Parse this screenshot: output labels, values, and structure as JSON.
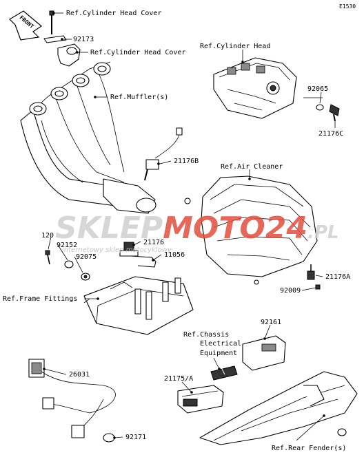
{
  "diagram_code": "E1530",
  "front_arrow_text": "FRONT",
  "watermark": {
    "brand_part1": "SKLEP",
    "brand_part2": "MOTO",
    "brand_part3": "24",
    "brand_part4": ".PL",
    "tagline": "internetowy sklep motocyklowy"
  },
  "colors": {
    "watermark_gray": "#cfcfcf",
    "watermark_red": "#e0503f"
  },
  "labels": {
    "ref_cylinder_head_cover_1": "Ref.Cylinder Head Cover",
    "p92173": "92173",
    "ref_cylinder_head_cover_2": "Ref.Cylinder Head Cover",
    "ref_cylinder_head": "Ref.Cylinder Head",
    "ref_mufflers": "Ref.Muffler(s)",
    "p92065": "92065",
    "p21176c": "21176C",
    "p21176b": "21176B",
    "ref_air_cleaner": "Ref.Air Cleaner",
    "p120": "120",
    "p92152": "92152",
    "p21176": "21176",
    "p92075": "92075",
    "p11056": "11056",
    "p21176a": "21176A",
    "p92009": "92009",
    "ref_frame_fittings": "Ref.Frame Fittings",
    "p92161": "92161",
    "ref_chassis_line1": "Ref.Chassis",
    "ref_chassis_line2": "Electrical",
    "ref_chassis_line3": "Equipment",
    "p26031": "26031",
    "p21175a": "21175/A",
    "p92171": "92171",
    "ref_rear_fenders": "Ref.Rear Fender(s)"
  }
}
